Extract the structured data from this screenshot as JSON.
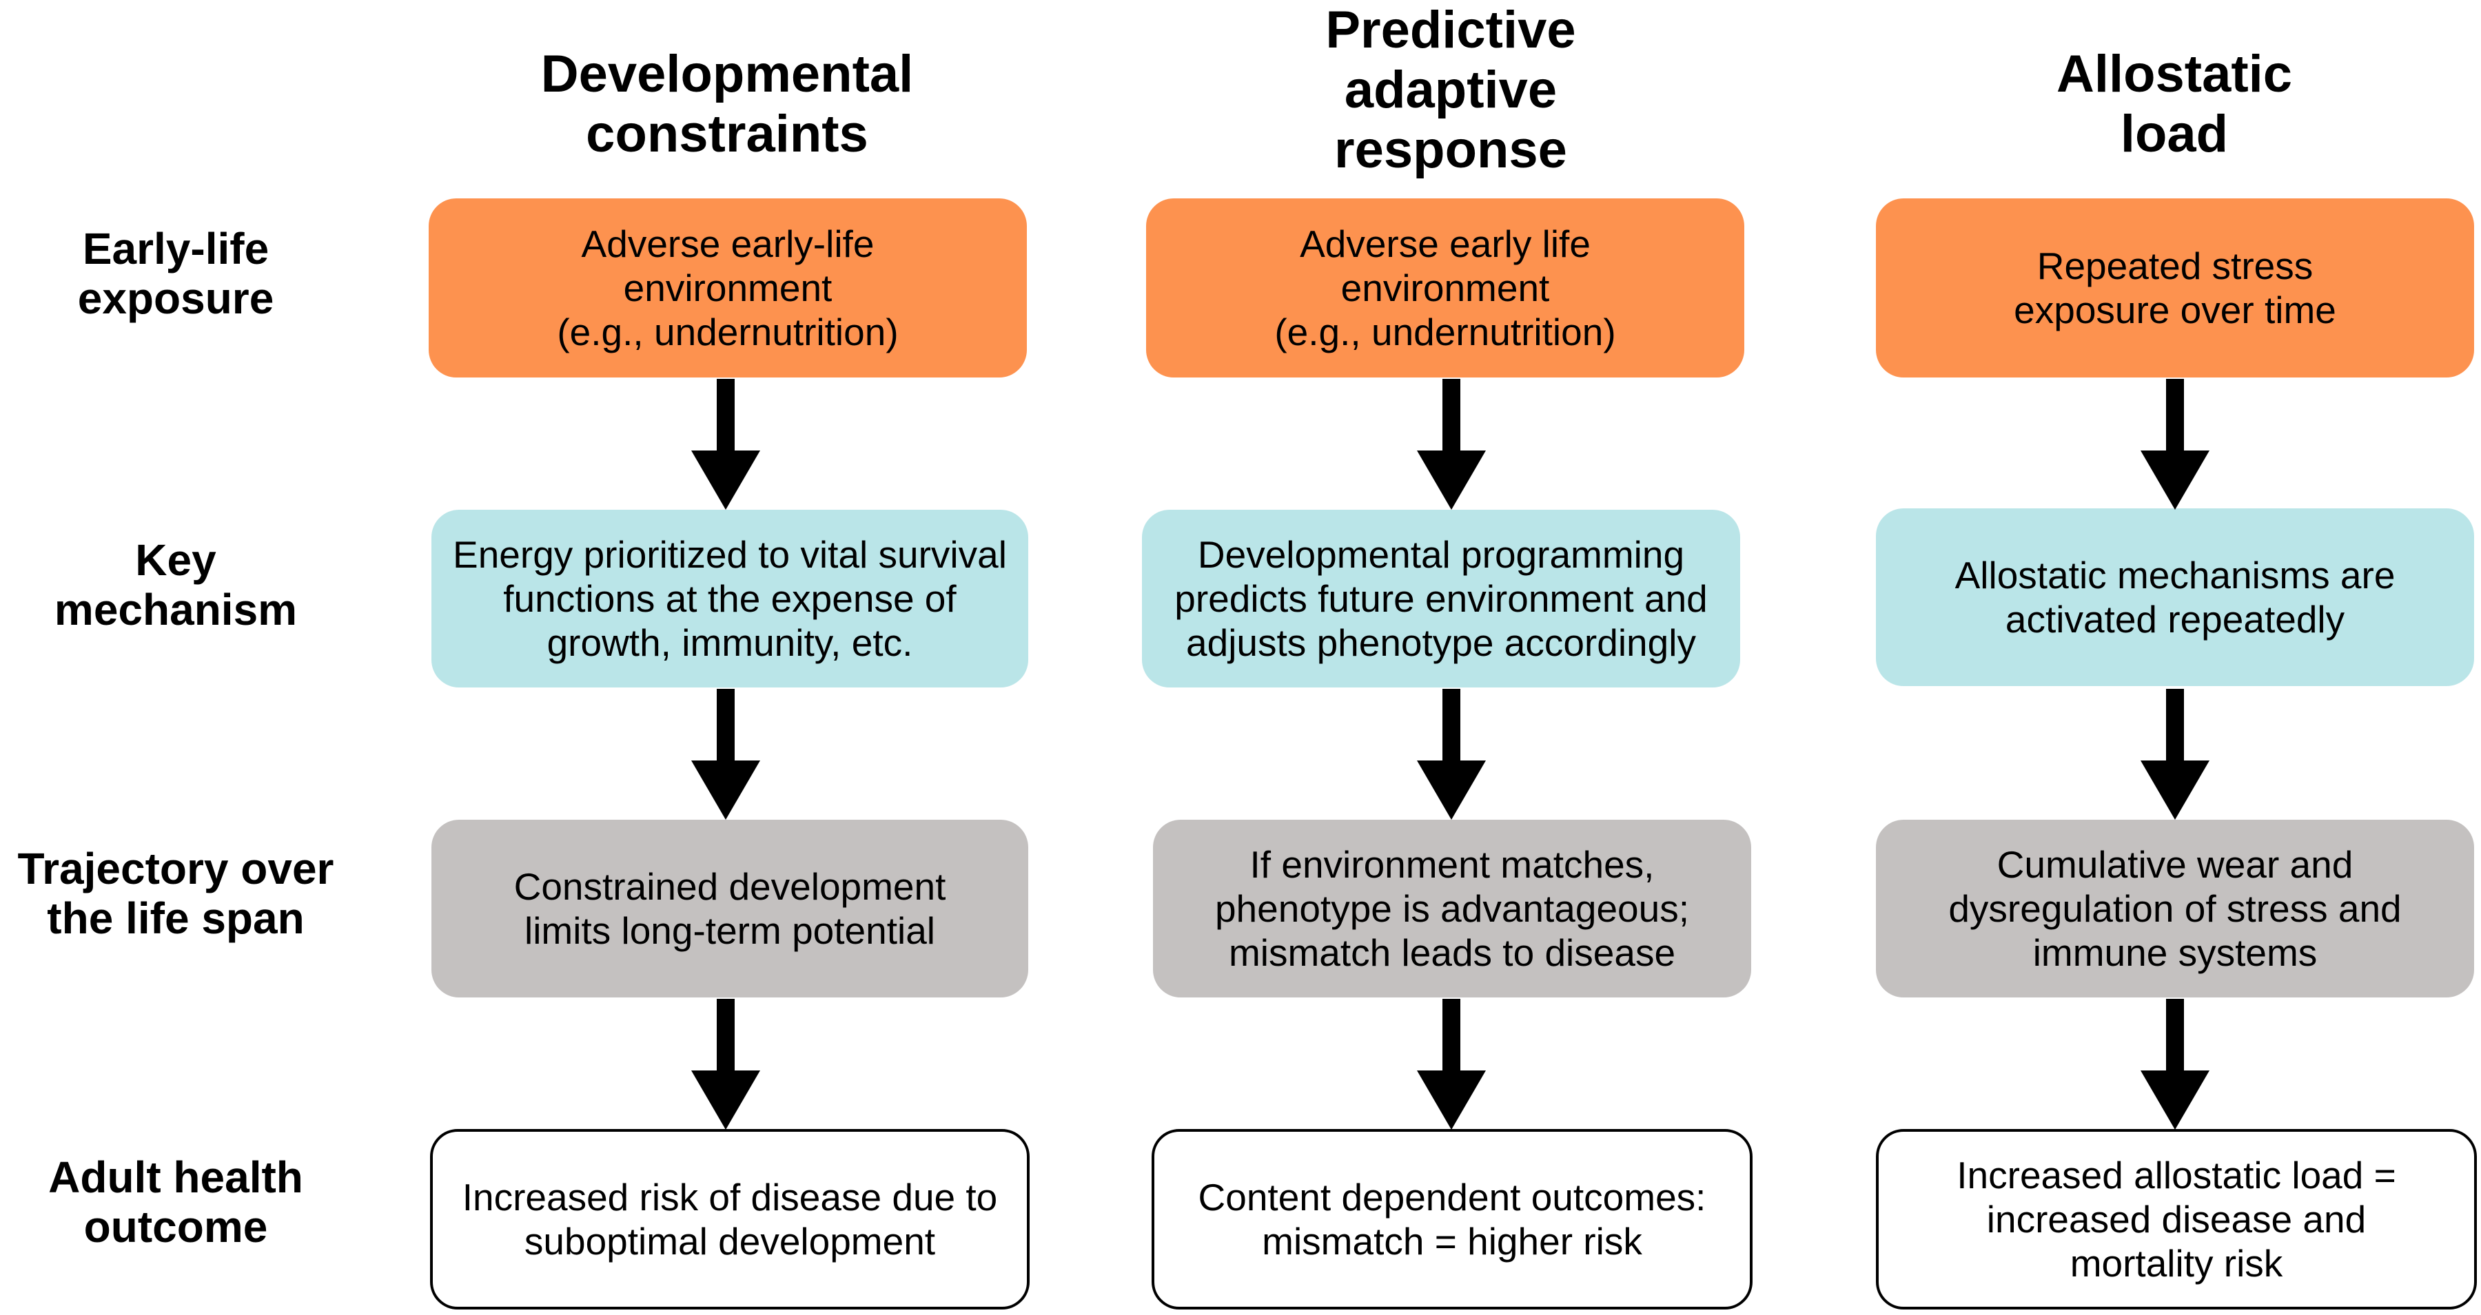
{
  "columns": [
    {
      "title": "Developmental\nconstraints"
    },
    {
      "title": "Predictive\nadaptive\nresponse"
    },
    {
      "title": "Allostatic\nload"
    }
  ],
  "rows": [
    {
      "label": "Early-life\nexposure"
    },
    {
      "label": "Key\nmechanism"
    },
    {
      "label": "Trajectory over\nthe life span"
    },
    {
      "label": "Adult health\noutcome"
    }
  ],
  "boxes": {
    "developmental": {
      "exposure": "Adverse early-life\nenvironment\n(e.g., undernutrition)",
      "mechanism": "Energy prioritized to vital survival\nfunctions at the expense of\ngrowth, immunity, etc.",
      "trajectory": "Constrained development\nlimits long-term potential",
      "outcome": "Increased risk of disease due to\nsuboptimal development"
    },
    "predictive": {
      "exposure": "Adverse early life\nenvironment\n(e.g., undernutrition)",
      "mechanism": "Developmental programming\npredicts future environment and\nadjusts phenotype accordingly",
      "trajectory": "If environment matches,\nphenotype is advantageous;\nmismatch leads to disease",
      "outcome": "Content dependent outcomes:\nmismatch = higher risk"
    },
    "allostatic": {
      "exposure": "Repeated stress\nexposure over time",
      "mechanism": "Allostatic mechanisms are\nactivated repeatedly",
      "trajectory": "Cumulative wear and\ndysregulation of stress and\nimmune systems",
      "outcome": "Increased allostatic load =\nincreased disease and\nmortality risk"
    }
  },
  "colors": {
    "exposure": "#FD924F",
    "mechanism": "#BAE5E8",
    "trajectory": "#C4C1C0",
    "outcome": "#FFFFFF",
    "arrow": "#000000"
  }
}
